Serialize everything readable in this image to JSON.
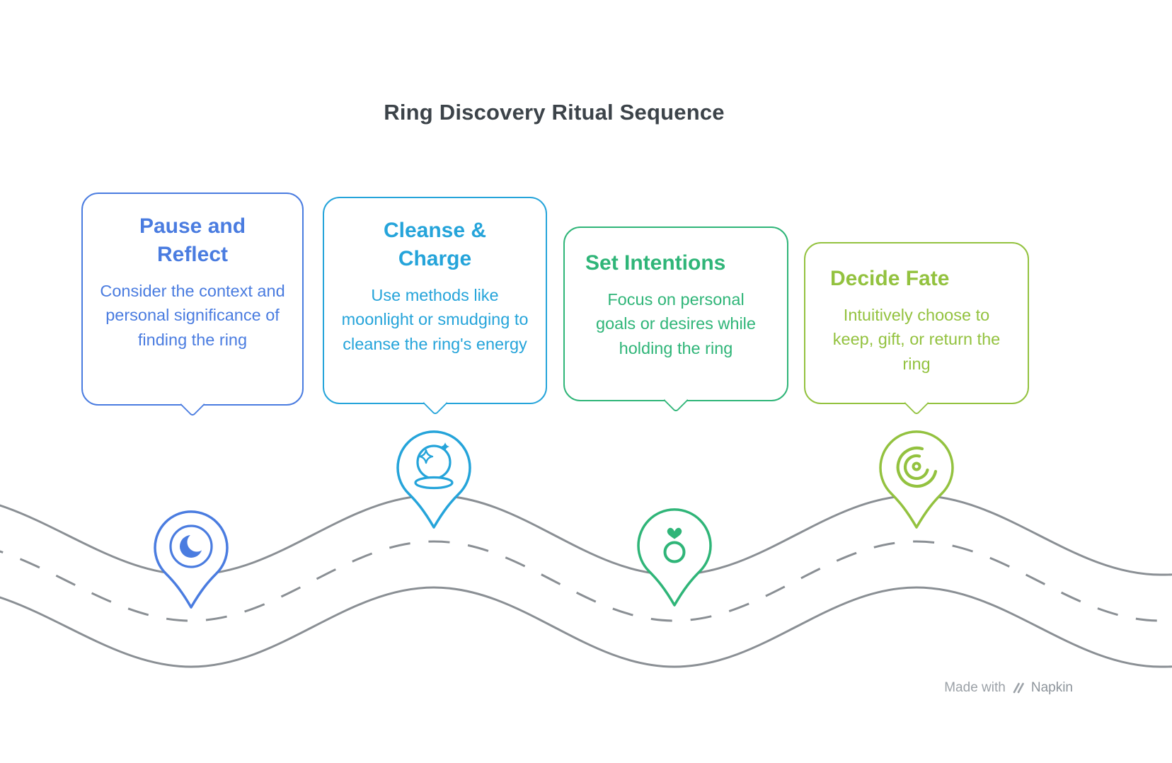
{
  "title": "Ring Discovery Ritual Sequence",
  "steps": [
    {
      "heading": "Pause and Reflect",
      "body": "Consider the context and personal significance of finding the ring",
      "color": "#4a7ce0",
      "icon": "moon-icon"
    },
    {
      "heading": "Cleanse & Charge",
      "body": "Use methods like moonlight or smudging to cleanse the ring's energy",
      "color": "#25a4da",
      "icon": "crystal-ball-icon"
    },
    {
      "heading": "Set Intentions",
      "body": "Focus on personal goals or desires while holding the ring",
      "color": "#2fb578",
      "icon": "ring-heart-icon"
    },
    {
      "heading": "Decide Fate",
      "body": "Intuitively choose to keep, gift, or return the ring",
      "color": "#93c23f",
      "icon": "spiral-icon"
    }
  ],
  "road": {
    "line_color": "#8a8f94"
  },
  "footer": {
    "made_with": "Made with",
    "brand": "Napkin"
  }
}
